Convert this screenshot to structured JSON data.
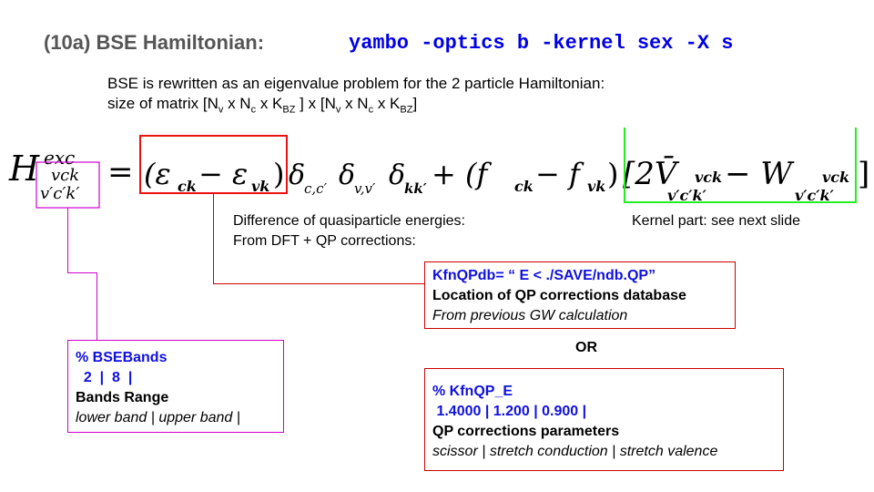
{
  "title": {
    "label": "(10a)  BSE Hamiltonian:",
    "command": "yambo -optics b -kernel sex -X s"
  },
  "intro": {
    "line1": "BSE is rewritten as an eigenvalue problem for the 2 particle Hamiltonian:",
    "line2_prefix": "size of matrix [N",
    "v": "v",
    "c": "c",
    "bz": "BZ",
    "x": " x N",
    "xk": " x K",
    "close_open": " ] x [N",
    "end": "]"
  },
  "equation": {
    "H": "H",
    "sup": "exc",
    "sub_top": "vck",
    "sub_bot": "v′c′k′",
    "eq": "=",
    "term1": "(ε",
    "ck": "ck",
    "minus": " − ε",
    "vk": "vk",
    "close": ")",
    "delta": "δ",
    "cc": "c,c′",
    "vv": "v,v′",
    "kk": "kk′",
    "plus": " + (f",
    "fminus": " − f",
    "bracket": "[2V̄",
    "wminus": " − W",
    "rbracket": "]"
  },
  "colors": {
    "accent_blue": "#1010e0",
    "red_box": "#ee1111",
    "green_box": "#22ee22",
    "magenta_box": "#d000d0",
    "connector_red": "#cc0000"
  },
  "notes": {
    "qp_line1": "Difference of quasiparticle energies:",
    "qp_line2": "From DFT + QP corrections:",
    "kernel": "Kernel part: see next slide",
    "or": "OR"
  },
  "box_qp_db": {
    "line1": "KfnQPdb= “ E < ./SAVE/ndb.QP”",
    "line2": "Location of QP corrections database",
    "line3": "From previous GW calculation"
  },
  "box_bands": {
    "line1": "% BSEBands",
    "line2": "  2  |  8  |",
    "line3": "Bands Range",
    "line4": "lower band | upper band |"
  },
  "box_qp_e": {
    "line1": "% KfnQP_E",
    "line2": " 1.4000 | 1.200 | 0.900 |",
    "line3": "QP corrections parameters",
    "line4": "scissor | stretch conduction | stretch valence"
  }
}
